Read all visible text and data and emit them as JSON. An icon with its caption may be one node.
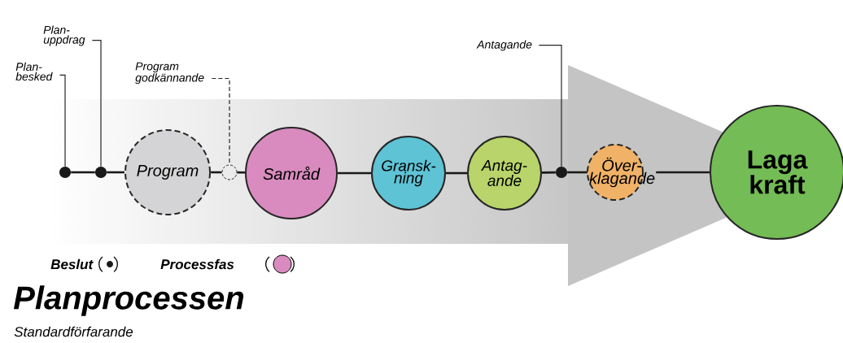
{
  "diagram": {
    "title": "Planprocessen",
    "caption": "Standardförfarande",
    "nodes": [
      {
        "text": [
          "Plan- besked"
        ]
      },
      {
        "text": [
          "Plan- uppdrag"
        ]
      },
      {
        "text": [
          "Program godkännande"
        ]
      },
      {
        "text": [
          "Antagande"
        ]
      },
      {
        "text": [],
        "shape": "circle"
      },
      {
        "text": [],
        "shape": "circle"
      },
      {
        "text": [
          "Program"
        ]
      },
      {
        "text": [],
        "shape": "circle"
      },
      {
        "text": [
          "Samråd"
        ]
      },
      {
        "text": [
          "Gransk- ning"
        ]
      },
      {
        "text": [
          "Antag- ande"
        ]
      },
      {
        "text": [],
        "shape": "circle"
      },
      {
        "text": [
          "Över- klagande"
        ]
      },
      {
        "text": [
          "Laga kraft"
        ]
      }
    ],
    "edges": [
      {
        "from": 0,
        "to": 4,
        "arrow": "none"
      },
      {
        "from": 1,
        "to": 5,
        "arrow": "none"
      },
      {
        "from": 2,
        "to": 7,
        "arrow": "none",
        "style": "dashed"
      },
      {
        "from": 3,
        "to": 11,
        "arrow": "none"
      },
      {
        "from": 4,
        "to": 5,
        "arrow": "none"
      },
      {
        "from": 5,
        "to": 6,
        "arrow": "none"
      },
      {
        "from": 6,
        "to": 7,
        "arrow": "none"
      },
      {
        "from": 7,
        "to": 8,
        "arrow": "none"
      },
      {
        "from": 8,
        "to": 9,
        "arrow": "none"
      },
      {
        "from": 9,
        "to": 10,
        "arrow": "none"
      },
      {
        "from": 10,
        "to": 11,
        "arrow": "none"
      },
      {
        "from": 11,
        "to": 12,
        "arrow": "none"
      },
      {
        "from": 12,
        "to": 13,
        "arrow": "none"
      }
    ],
    "legend": [
      {
        "text": "Beslut",
        "color": "#1a1a1a"
      },
      {
        "text": "Processfas",
        "color": "#d98bbf"
      }
    ]
  }
}
